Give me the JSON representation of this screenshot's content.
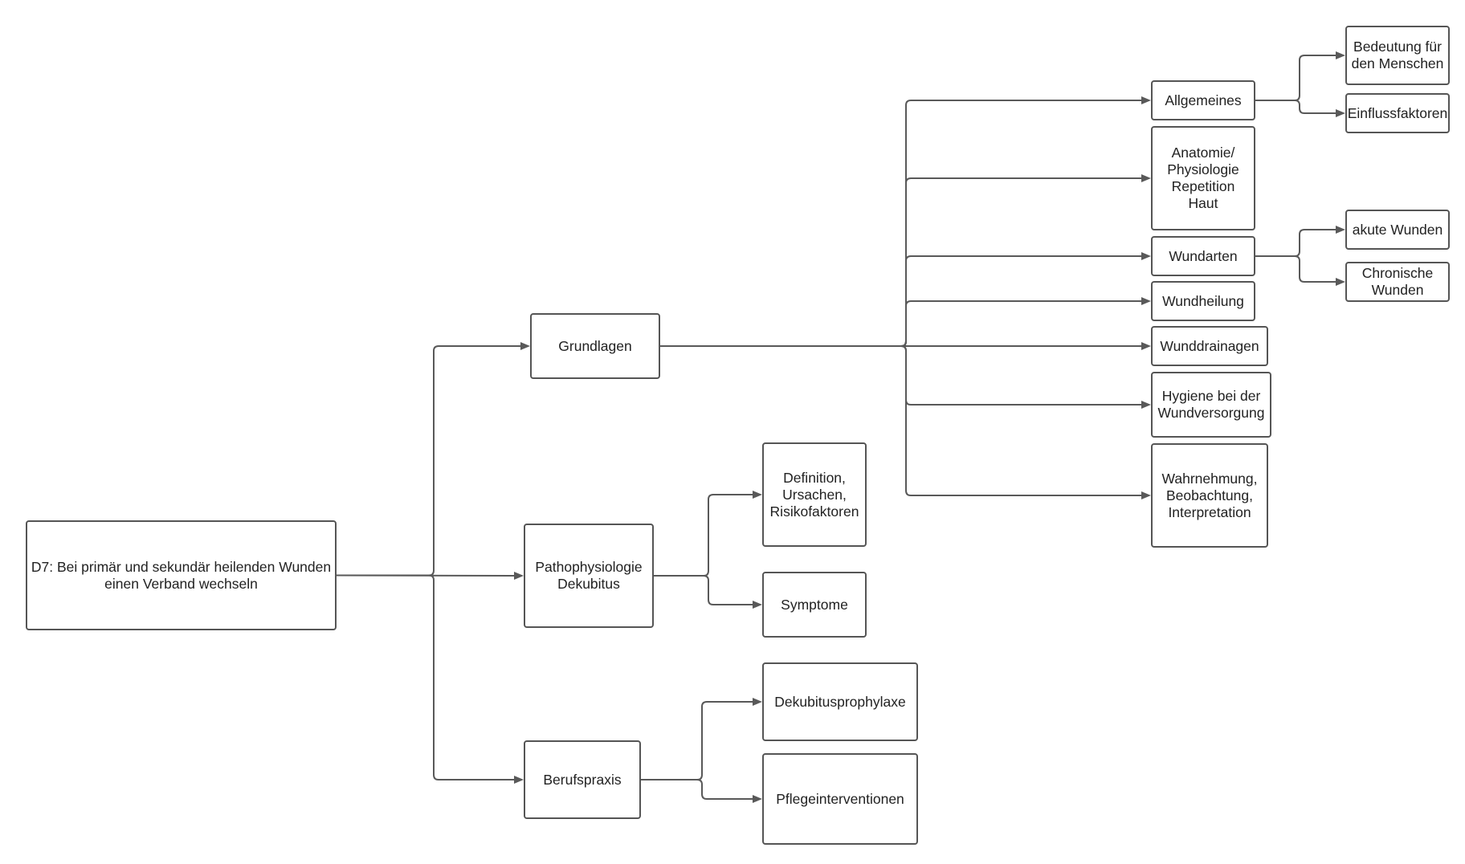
{
  "colors": {
    "border": "#555555",
    "connector": "#595959",
    "text": "#222222"
  },
  "nodes": {
    "root": "D7: Bei primär und sekundär heilenden Wunden\neinen Verband wechseln",
    "grundlagen": "Grundlagen",
    "patho": "Pathophysiologie\nDekubitus",
    "berufspraxis": "Berufspraxis",
    "definition": "Definition,\nUrsachen,\nRisikofaktoren",
    "symptome": "Symptome",
    "dekubitusprophylaxe": "Dekubitusprophylaxe",
    "pflegeinterventionen": "Pflegeinterventionen",
    "allgemeines": "Allgemeines",
    "anatomie": "Anatomie/\nPhysiologie\nRepetition\nHaut",
    "wundarten": "Wundarten",
    "wundheilung": "Wundheilung",
    "wunddrainagen": "Wunddrainagen",
    "hygiene": "Hygiene bei der\nWundversorgung",
    "wahrnehmung": "Wahrnehmung,\nBeobachtung,\nInterpretation",
    "bedeutung": "Bedeutung für\nden Menschen",
    "einfluss": "Einflussfaktoren",
    "akute": "akute Wunden",
    "chronische": "Chronische\nWunden"
  },
  "edges": [
    [
      "root",
      "grundlagen"
    ],
    [
      "root",
      "patho"
    ],
    [
      "root",
      "berufspraxis"
    ],
    [
      "grundlagen",
      "allgemeines"
    ],
    [
      "grundlagen",
      "anatomie"
    ],
    [
      "grundlagen",
      "wundarten"
    ],
    [
      "grundlagen",
      "wundheilung"
    ],
    [
      "grundlagen",
      "wunddrainagen"
    ],
    [
      "grundlagen",
      "hygiene"
    ],
    [
      "grundlagen",
      "wahrnehmung"
    ],
    [
      "patho",
      "definition"
    ],
    [
      "patho",
      "symptome"
    ],
    [
      "berufspraxis",
      "dekubitusprophylaxe"
    ],
    [
      "berufspraxis",
      "pflegeinterventionen"
    ],
    [
      "allgemeines",
      "bedeutung"
    ],
    [
      "allgemeines",
      "einfluss"
    ],
    [
      "wundarten",
      "akute"
    ],
    [
      "wundarten",
      "chronische"
    ]
  ]
}
